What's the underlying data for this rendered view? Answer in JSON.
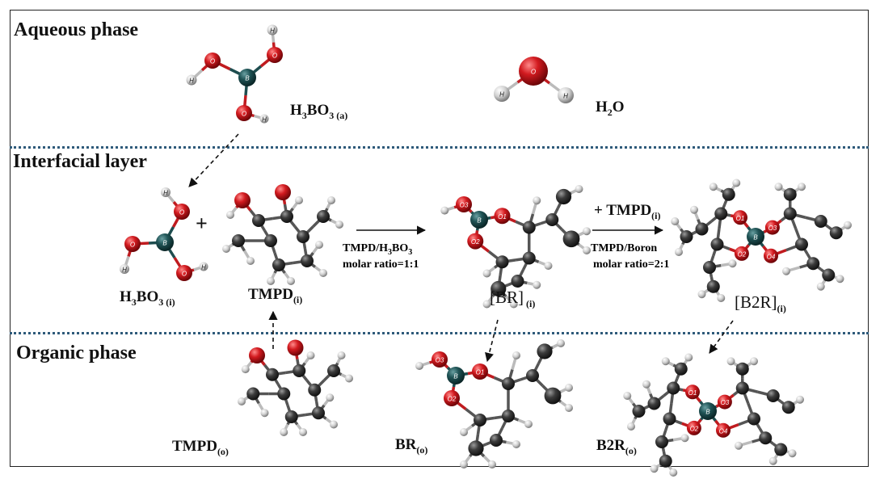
{
  "sections": {
    "aqueous": "Aqueous phase",
    "interfacial": "Interfacial layer",
    "organic": "Organic phase"
  },
  "labels": {
    "h3bo3_a_main": "H",
    "h3bo3_a_sub1": "3",
    "h3bo3_a_mid": "BO",
    "h3bo3_a_sub2": "3 (a)",
    "h2o_main": "H",
    "h2o_sub": "2",
    "h2o_end": "O",
    "h3bo3_i_main": "H",
    "h3bo3_i_sub1": "3",
    "h3bo3_i_mid": "BO",
    "h3bo3_i_sub2": "3 (i)",
    "plus": "+",
    "tmpd_i_main": "TMPD",
    "tmpd_i_sub": "(i)",
    "br_i_main": "[BR]",
    "br_i_sub": " (i)",
    "b2r_i_main": "[B2R]",
    "b2r_i_sub": "(i)",
    "tmpd_o_main": "TMPD",
    "tmpd_o_sub": "(o)",
    "br_o_main": "BR",
    "br_o_sub": "(o)",
    "b2r_o_main": "B2R",
    "b2r_o_sub": "(o)"
  },
  "reactions": {
    "r1_line1_a": "TMPD/H",
    "r1_line1_sub1": "3",
    "r1_line1_b": "BO",
    "r1_line1_sub2": "3",
    "r1_line2": "molar ratio=1:1",
    "r2_plus": "+ TMPD",
    "r2_plus_sub": "(i)",
    "r2_line1": "TMPD/Boron",
    "r2_line2": "molar ratio=2:1"
  },
  "atom_labels": {
    "boron": "B",
    "oxygen": "O",
    "hydrogen": "H",
    "o1": "O1",
    "o2": "O2",
    "o3": "O3",
    "o4": "O4"
  },
  "colors": {
    "oxygen": "#c4151c",
    "boron": "#1e4d4f",
    "carbon": "#3a3a3a",
    "hydrogen": "#d8d8d8",
    "divider": "#2e5a7a"
  }
}
